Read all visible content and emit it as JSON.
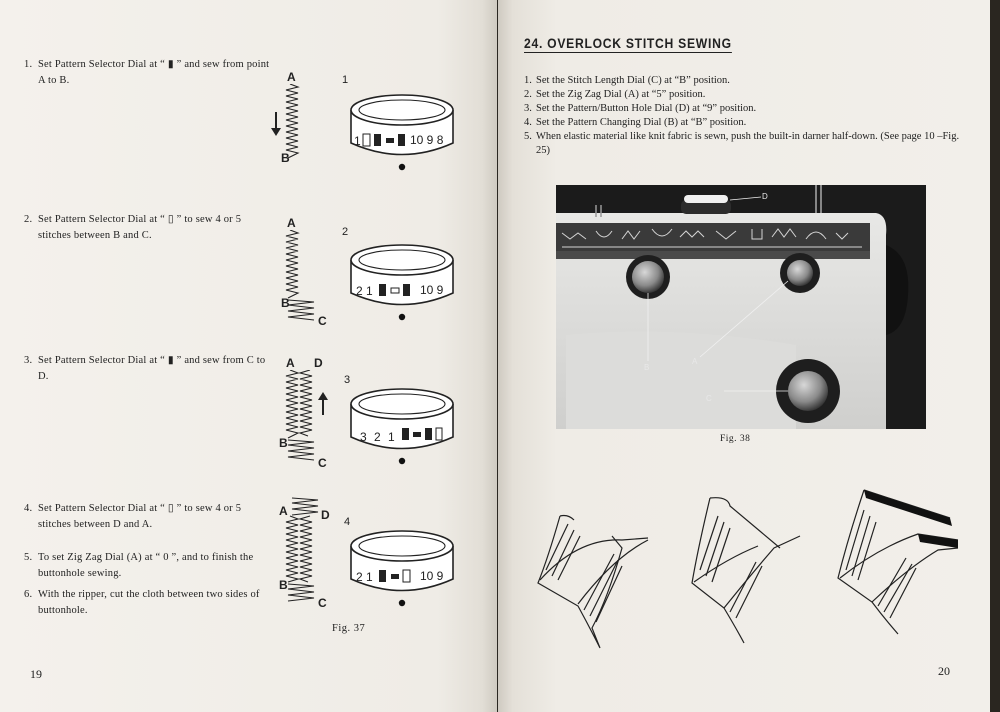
{
  "left_page": {
    "steps": [
      {
        "num": "1.",
        "text": "Set Pattern Selector Dial at “ ▮ ” and sew from point A to B."
      },
      {
        "num": "2.",
        "text": "Set Pattern Selector Dial at “ ▯ ” to sew 4 or 5 stitches between B and C."
      },
      {
        "num": "3.",
        "text": "Set Pattern Selector Dial at “ ▮ ” and sew from C to D."
      },
      {
        "num": "4.",
        "text": "Set Pattern Selector Dial at “ ▯ ” to sew 4 or 5 stitches between D and A."
      },
      {
        "num": "5.",
        "text": "To set Zig Zag Dial (A) at “ 0 ”, and to finish the buttonhole sewing."
      },
      {
        "num": "6.",
        "text": "With the ripper, cut the cloth between two sides of buttonhole."
      }
    ],
    "figures": [
      {
        "number": "1",
        "dial_left": "1",
        "dial_right": "10 9 8",
        "labels": [
          "A",
          "B"
        ]
      },
      {
        "number": "2",
        "dial_left": "2 1",
        "dial_right": "10 9",
        "labels": [
          "A",
          "B",
          "C"
        ]
      },
      {
        "number": "3",
        "dial_left": "3 2 1",
        "dial_right": "",
        "labels": [
          "A",
          "D",
          "B",
          "C"
        ]
      },
      {
        "number": "4",
        "dial_left": "2 1",
        "dial_right": "10 9",
        "labels": [
          "A",
          "D",
          "B",
          "C"
        ]
      }
    ],
    "caption": "Fig. 37",
    "page_number": "19"
  },
  "right_page": {
    "title": "24. OVERLOCK STITCH SEWING",
    "steps": [
      {
        "num": "1.",
        "text": "Set the Stitch Length Dial (C) at “B” position."
      },
      {
        "num": "2.",
        "text": "Set the Zig Zag Dial (A) at “5” position."
      },
      {
        "num": "3.",
        "text": "Set the Pattern/Button Hole Dial (D) at “9” position."
      },
      {
        "num": "4.",
        "text": "Set the Pattern Changing Dial (B) at “B” position."
      },
      {
        "num": "5.",
        "text": "When elastic material like knit fabric is sewn, push the built-in darner half-down. (See page 10 –Fig. 25)"
      }
    ],
    "photo_labels": {
      "d": "D",
      "b": "B",
      "a": "A",
      "c": "C"
    },
    "caption": "Fig. 38",
    "page_number": "20"
  }
}
